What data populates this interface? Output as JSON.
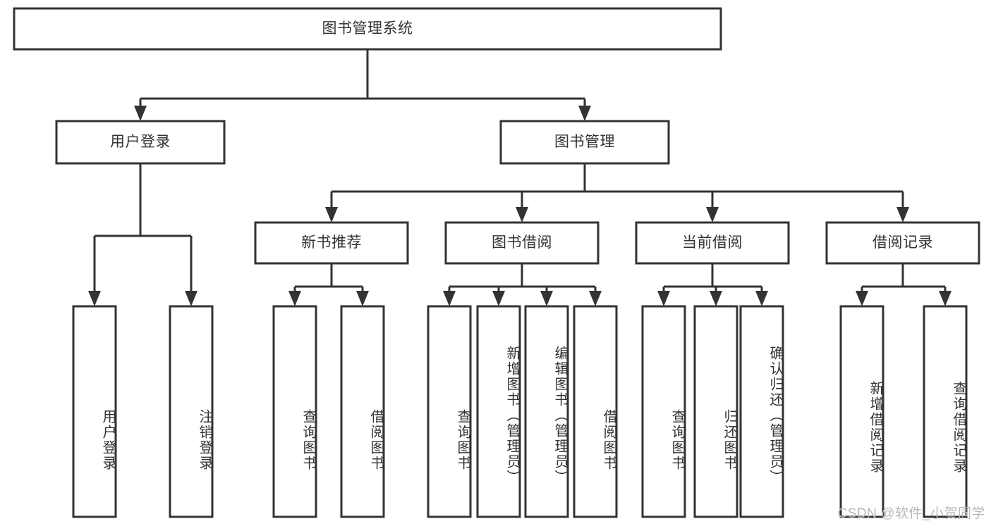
{
  "diagram": {
    "type": "hierarchy-tree",
    "title": "图书管理系统",
    "watermark": "CSDN @软件_小贺同学",
    "colors": {
      "stroke": "#333333",
      "fill": "#ffffff",
      "text": "#333333",
      "watermark": "#b9b9b9",
      "background": "#ffffff"
    },
    "levels": {
      "root": {
        "label": "图书管理系统"
      },
      "level2": [
        {
          "label": "用户登录"
        },
        {
          "label": "图书管理"
        }
      ],
      "level3": [
        {
          "label": "新书推荐"
        },
        {
          "label": "图书借阅"
        },
        {
          "label": "当前借阅"
        },
        {
          "label": "借阅记录"
        }
      ],
      "leaves": {
        "user_login": [
          {
            "label": "用户登录"
          },
          {
            "label": "注销登录"
          }
        ],
        "new_book_recommend": [
          {
            "label": "查询图书"
          },
          {
            "label": "借阅图书"
          }
        ],
        "book_borrow": [
          {
            "label": "查询图书"
          },
          {
            "label": "新增图书（管理员）"
          },
          {
            "label": "编辑图书（管理员）"
          },
          {
            "label": "借阅图书"
          }
        ],
        "current_borrow": [
          {
            "label": "查询图书"
          },
          {
            "label": "归还图书"
          },
          {
            "label": "确认归还（管理员）"
          }
        ],
        "borrow_record": [
          {
            "label": "新增借阅记录"
          },
          {
            "label": "查询借阅记录"
          }
        ]
      }
    }
  }
}
